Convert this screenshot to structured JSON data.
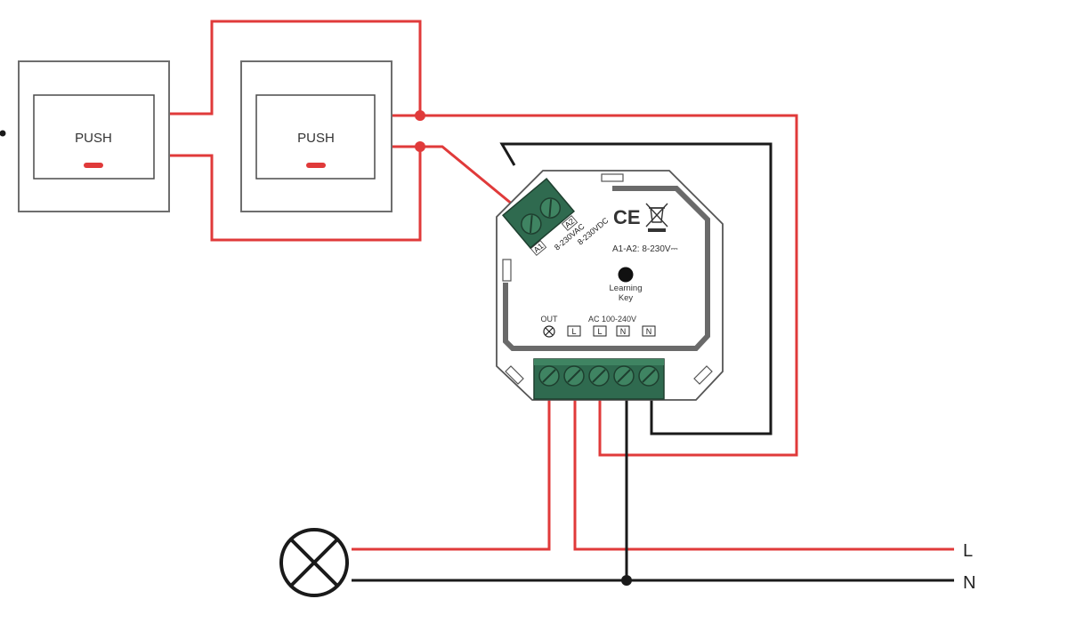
{
  "switches": [
    {
      "label": "PUSH"
    },
    {
      "label": "PUSH"
    }
  ],
  "device": {
    "ce_mark": "CE",
    "rating_label": "A1-A2: 8-230V⎓",
    "learning_key_label_line1": "Learning",
    "learning_key_label_line2": "Key",
    "out_label": "OUT",
    "ac_label": "AC 100-240V",
    "terminal_labels": [
      "L",
      "L",
      "N",
      "N"
    ],
    "input_terminal_labels": [
      "A1",
      "A2"
    ],
    "input_voltage_label": "8-230VAC",
    "input_voltage_label_2": "8-230VDC"
  },
  "mains": {
    "live_label": "L",
    "neutral_label": "N"
  },
  "colors": {
    "live_wire": "#e03a3a",
    "neutral_wire": "#1a1a1a",
    "terminal_block": "#2f6a4f",
    "switch_indicator": "#e03a3a"
  },
  "icons": [
    "lamp-icon",
    "weee-bin-icon",
    "ce-mark-icon",
    "learning-key-button-icon",
    "output-lamp-symbol-icon"
  ]
}
